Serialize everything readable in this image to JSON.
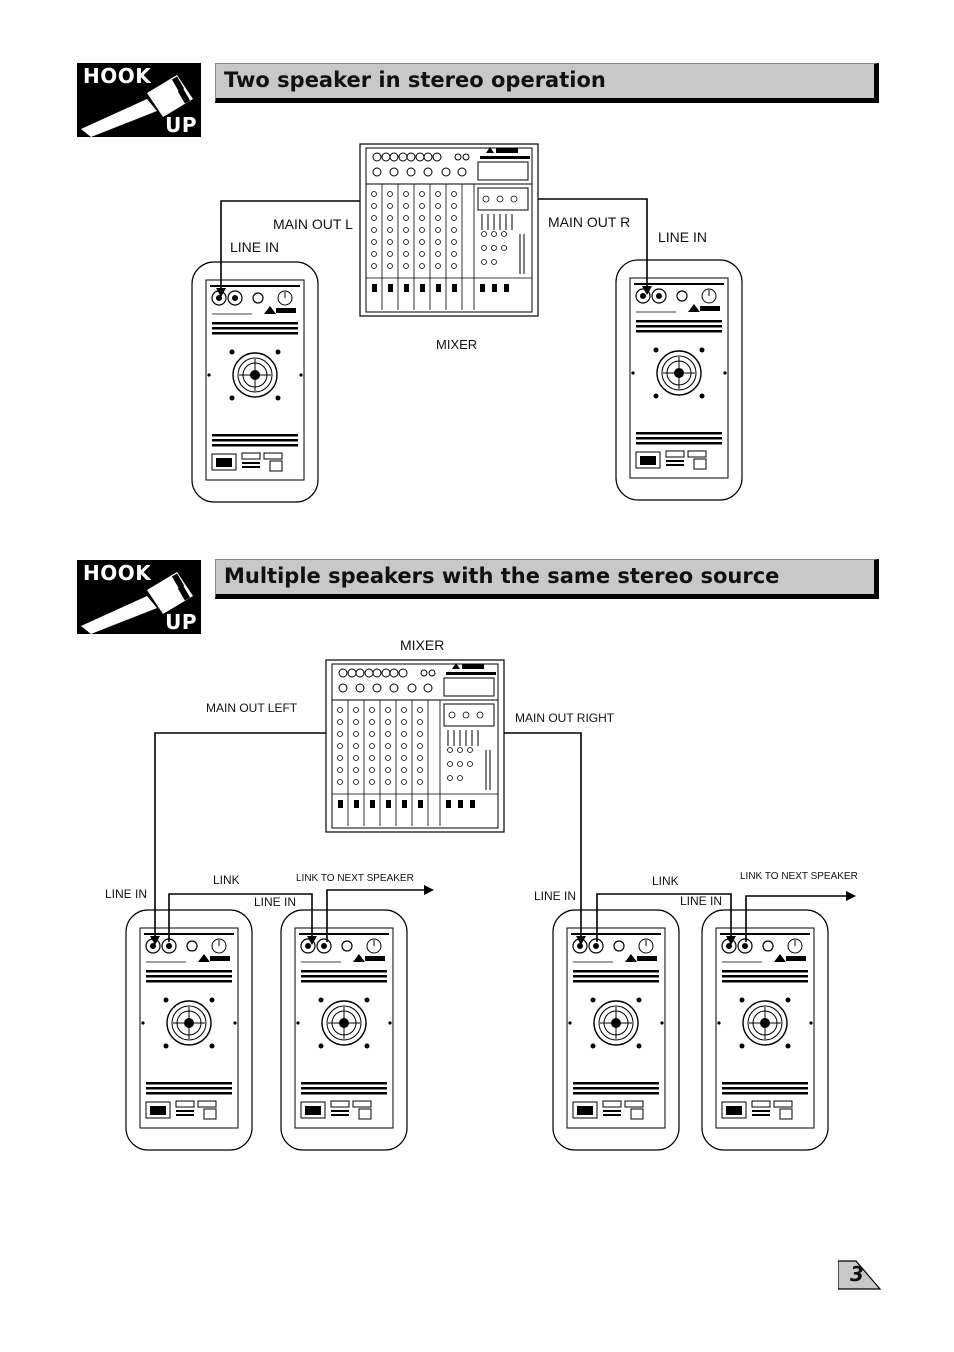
{
  "section1": {
    "badge": {
      "word_top": "HOOK",
      "word_bottom": "UP"
    },
    "title": "Two speaker in stereo operation",
    "labels": {
      "main_out_l": "MAIN OUT L",
      "main_out_r": "MAIN OUT R",
      "line_in_left": "LINE IN",
      "line_in_right": "LINE IN",
      "mixer": "MIXER"
    }
  },
  "section2": {
    "badge": {
      "word_top": "HOOK",
      "word_bottom": "UP"
    },
    "title": "Multiple speakers with the same stereo source",
    "labels": {
      "mixer": "MIXER",
      "main_out_left": "MAIN OUT LEFT",
      "main_out_right": "MAIN OUT RIGHT",
      "left_group": {
        "line_in_1": "LINE IN",
        "link": "LINK",
        "line_in_2": "LINE IN",
        "link_next": "LINK TO NEXT SPEAKER"
      },
      "right_group": {
        "line_in_1": "LINE IN",
        "link": "LINK",
        "line_in_2": "LINE IN",
        "link_next": "LINK TO NEXT SPEAKER"
      }
    }
  },
  "page_number": "3",
  "colors": {
    "title_bar": "#c8c8c8",
    "badge": "#000000",
    "line": "#000000"
  }
}
